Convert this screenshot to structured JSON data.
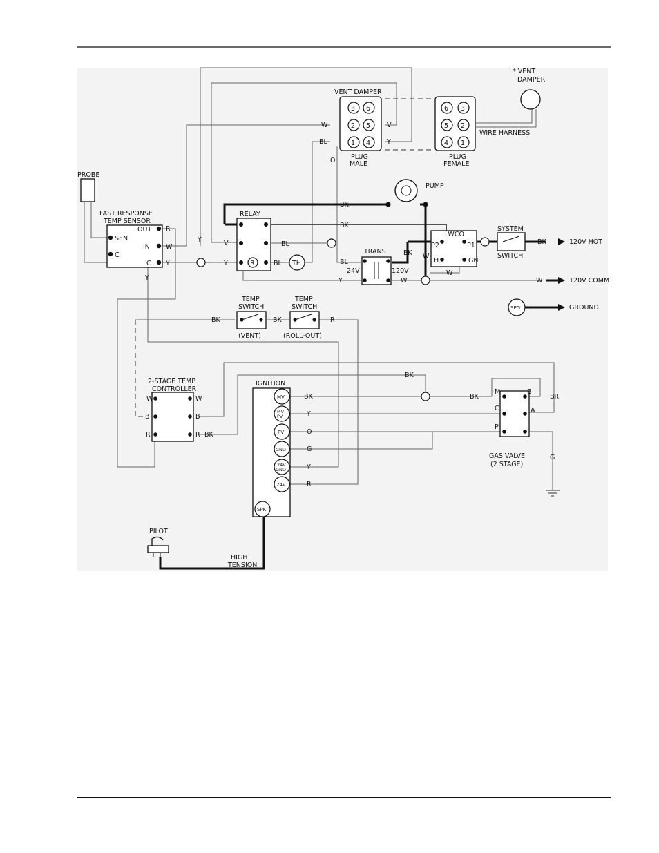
{
  "diagram": {
    "vent_damper_title": "VENT DAMPER",
    "vent_damper_asterisk_line1": "* VENT",
    "vent_damper_asterisk_line2": "DAMPER",
    "wire_harness": "WIRE HARNESS",
    "plug_male": [
      "PLUG",
      "MALE"
    ],
    "plug_female": [
      "PLUG",
      "FEMALE"
    ],
    "male_pins": [
      "3",
      "6",
      "2",
      "5",
      "1",
      "4"
    ],
    "female_pins": [
      "6",
      "3",
      "5",
      "2",
      "4",
      "1"
    ],
    "probe": "PROBE",
    "sensor_title": [
      "FAST RESPONSE",
      "TEMP SENSOR"
    ],
    "sensor_terms": [
      "OUT",
      "IN",
      "C",
      "SEN",
      "C"
    ],
    "relay": "RELAY",
    "relay_r": "R",
    "th": "TH",
    "pump": "PUMP",
    "trans": "TRANS",
    "trans_24v": "24V",
    "trans_120v": "120V",
    "lwco": "LWCO",
    "lwco_terms": [
      "P2",
      "P1",
      "H",
      "GN"
    ],
    "system_switch": [
      "SYSTEM",
      "SWITCH"
    ],
    "hot": "120V HOT",
    "comm": "120V COMM",
    "spg": "SPG",
    "ground": "GROUND",
    "temp_switch_vent": [
      "TEMP",
      "SWITCH",
      "(VENT)"
    ],
    "temp_switch_rollout": [
      "TEMP",
      "SWITCH",
      "(ROLL-OUT)"
    ],
    "controller": [
      "2-STAGE TEMP",
      "CONTROLLER"
    ],
    "controller_terms": [
      "W",
      "W",
      "B",
      "B",
      "R",
      "R"
    ],
    "ignition": "IGNITION",
    "ign_terms": [
      "MV",
      "MV",
      "PV",
      "PV",
      "GND",
      "24V",
      "GND",
      "24V",
      "SPK"
    ],
    "gas_valve": [
      "GAS VALVE",
      "(2 STAGE)"
    ],
    "gas_valve_terms": [
      "M",
      "B",
      "C",
      "A",
      "P"
    ],
    "pilot": "PILOT",
    "high_tension": [
      "HIGH",
      "TENSION"
    ],
    "wire_labels": {
      "BK": "BK",
      "BL": "BL",
      "W": "W",
      "V": "V",
      "Y": "Y",
      "O": "O",
      "R": "R",
      "G": "G",
      "BR": "BR"
    }
  }
}
